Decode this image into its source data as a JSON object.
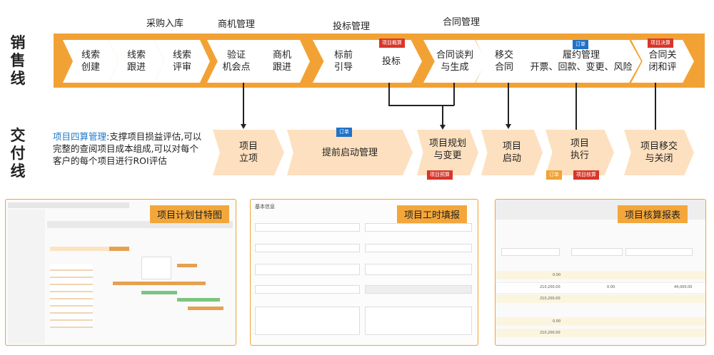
{
  "rows": {
    "sales": "销售线",
    "delivery": "交付线"
  },
  "groups": [
    "采购入库",
    "商机管理",
    "投标管理",
    "合同管理"
  ],
  "sales_stages": [
    "线索\n创建",
    "线索\n跟进",
    "线索\n评审",
    "验证\n机会点",
    "商机\n跟进",
    "标前\n引导",
    "投标",
    "合同谈判\n与生成",
    "移交\n合同",
    "履约管理\n开票、回款、变更、风险",
    "合同关\n闭和评"
  ],
  "sales_badges": {
    "bid": "项目概算",
    "fulfil": "订单",
    "close": "项目决算"
  },
  "delivery_stages": [
    "项目\n立项",
    "提前启动管理",
    "项目规划\n与变更",
    "项目\n启动",
    "项目\n执行",
    "项目移交\n与关闭"
  ],
  "delivery_badges": {
    "early": "订单",
    "plan": "项目预算",
    "exec_order": "订单",
    "exec_account": "项目核算"
  },
  "note": {
    "highlight": "项目四算管理",
    "text": ":支撑项目损益评估,可以完整的查阅项目成本组成,可以对每个客户的每个项目进行ROI评估"
  },
  "panels": {
    "gantt": {
      "title": "项目计划甘特图"
    },
    "timesheet": {
      "title": "项目工时填报",
      "header": "基本信息"
    },
    "accounting": {
      "title": "项目核算报表",
      "values": [
        "0.00",
        "210,200.00",
        "0.00",
        "44,000.00",
        "210,200.00",
        "0.00",
        "210,200.00"
      ]
    }
  },
  "colors": {
    "accent": "#f2a234",
    "badge_red": "#d8362a",
    "badge_blue": "#1e72c8",
    "highlight": "#1e78c8"
  }
}
